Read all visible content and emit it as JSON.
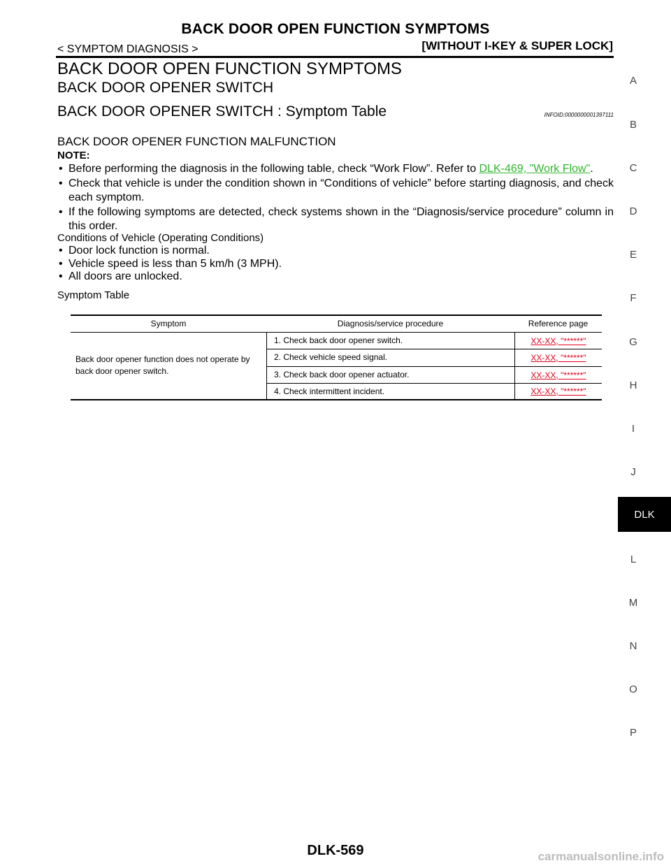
{
  "header": {
    "title": "BACK DOOR OPEN FUNCTION SYMPTOMS",
    "section": "< SYMPTOM DIAGNOSIS >",
    "variant": "[WITHOUT I-KEY & SUPER LOCK]"
  },
  "main": {
    "h1": "BACK DOOR OPEN FUNCTION SYMPTOMS",
    "h2": "BACK DOOR OPENER SWITCH",
    "h3": "BACK DOOR OPENER SWITCH : Symptom Table",
    "infoid": "INFOID:0000000001397111",
    "h4": "BACK DOOR OPENER FUNCTION MALFUNCTION",
    "note_label": "NOTE:",
    "note_items": {
      "item1_text": "Before performing the diagnosis in the following table, check “Work Flow”. Refer to",
      "item1_link": "DLK-469, \"Work Flow\"",
      "item1_end": ".",
      "item2": "Check that vehicle is under the condition shown in “Conditions of vehicle” before starting diagnosis, and check each symptom.",
      "item3": "If the following symptoms are detected, check systems shown in the “Diagnosis/service procedure” column in this order."
    },
    "conditions_title": "Conditions of Vehicle (Operating Conditions)",
    "conditions": [
      "Door lock function is normal.",
      "Vehicle speed is less than 5 km/h (3 MPH).",
      "All doors are unlocked."
    ],
    "symptom_table_title": "Symptom Table"
  },
  "table": {
    "headers": [
      "Symptom",
      "Diagnosis/service procedure",
      "Reference page"
    ],
    "symptom": "Back door opener function does not operate by back door opener switch.",
    "rows": [
      {
        "procedure": "1.   Check back door opener switch.",
        "ref": "XX-XX, \"******\""
      },
      {
        "procedure": "2.   Check vehicle speed signal.",
        "ref": "XX-XX, \"******\""
      },
      {
        "procedure": "3.   Check back door opener actuator.",
        "ref": "XX-XX, \"******\""
      },
      {
        "procedure": "4.   Check intermittent incident.",
        "ref": "XX-XX, \"******\""
      }
    ]
  },
  "side_index": {
    "letters": [
      "A",
      "B",
      "C",
      "D",
      "E",
      "F",
      "G",
      "H",
      "I",
      "J",
      "L",
      "M",
      "N",
      "O",
      "P"
    ],
    "active": "DLK"
  },
  "footer": {
    "page_number": "DLK-569",
    "watermark": "carmanualsonline.info"
  },
  "colors": {
    "link_green": "#2fb52f",
    "link_red": "#e0001b",
    "tab_bg": "#000000"
  }
}
